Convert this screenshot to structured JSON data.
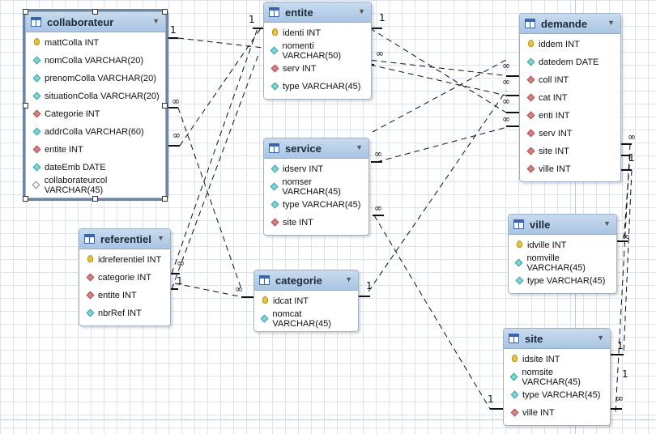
{
  "tables": [
    {
      "id": "collaborateur",
      "name": "collaborateur",
      "selected": true,
      "columns": [
        {
          "name": "mattColla INT",
          "kind": "pk"
        },
        {
          "name": "nomColla VARCHAR(20)",
          "kind": "reg"
        },
        {
          "name": "prenomColla VARCHAR(20)",
          "kind": "reg"
        },
        {
          "name": "situationColla VARCHAR(20)",
          "kind": "reg"
        },
        {
          "name": "Categorie INT",
          "kind": "fk"
        },
        {
          "name": "addrColla VARCHAR(60)",
          "kind": "reg"
        },
        {
          "name": "entite INT",
          "kind": "fk"
        },
        {
          "name": "dateEmb DATE",
          "kind": "reg"
        },
        {
          "name": "collaborateurcol VARCHAR(45)",
          "kind": "null"
        }
      ]
    },
    {
      "id": "entite",
      "name": "entite",
      "columns": [
        {
          "name": "identi INT",
          "kind": "pk"
        },
        {
          "name": "nomenti VARCHAR(50)",
          "kind": "reg"
        },
        {
          "name": "serv INT",
          "kind": "fk"
        },
        {
          "name": "type VARCHAR(45)",
          "kind": "reg"
        }
      ]
    },
    {
      "id": "demande",
      "name": "demande",
      "columns": [
        {
          "name": "iddem INT",
          "kind": "pk"
        },
        {
          "name": "datedem DATE",
          "kind": "reg"
        },
        {
          "name": "coll INT",
          "kind": "fk"
        },
        {
          "name": "cat INT",
          "kind": "fk"
        },
        {
          "name": "enti INT",
          "kind": "fk"
        },
        {
          "name": "serv INT",
          "kind": "fk"
        },
        {
          "name": "site INT",
          "kind": "fk"
        },
        {
          "name": "ville INT",
          "kind": "fk"
        }
      ]
    },
    {
      "id": "service",
      "name": "service",
      "columns": [
        {
          "name": "idserv INT",
          "kind": "reg"
        },
        {
          "name": "nomser VARCHAR(45)",
          "kind": "reg"
        },
        {
          "name": "type VARCHAR(45)",
          "kind": "reg"
        },
        {
          "name": "site INT",
          "kind": "fk"
        }
      ]
    },
    {
      "id": "referentiel",
      "name": "referentiel",
      "columns": [
        {
          "name": "idreferentiel INT",
          "kind": "pk"
        },
        {
          "name": "categorie INT",
          "kind": "fk"
        },
        {
          "name": "entite INT",
          "kind": "fk"
        },
        {
          "name": "nbrRef INT",
          "kind": "reg"
        }
      ]
    },
    {
      "id": "categorie",
      "name": "categorie",
      "columns": [
        {
          "name": "idcat INT",
          "kind": "pk"
        },
        {
          "name": "nomcat VARCHAR(45)",
          "kind": "reg"
        }
      ]
    },
    {
      "id": "ville",
      "name": "ville",
      "columns": [
        {
          "name": "idville INT",
          "kind": "pk"
        },
        {
          "name": "nomville VARCHAR(45)",
          "kind": "reg"
        },
        {
          "name": "type VARCHAR(45)",
          "kind": "reg"
        }
      ]
    },
    {
      "id": "site",
      "name": "site",
      "columns": [
        {
          "name": "idsite INT",
          "kind": "pk"
        },
        {
          "name": "nomsite VARCHAR(45)",
          "kind": "reg"
        },
        {
          "name": "type VARCHAR(45)",
          "kind": "reg"
        },
        {
          "name": "ville INT",
          "kind": "fk"
        }
      ]
    }
  ],
  "cardinality_labels": [
    "1",
    "1",
    "1",
    "∞",
    "∞",
    "∞",
    "∞",
    "∞",
    "∞",
    "∞",
    "∞",
    "1",
    "∞",
    "∞",
    "1",
    "∞",
    "∞",
    "1",
    "1",
    "∞",
    "1",
    "1",
    "∞"
  ],
  "icons": {
    "pk": "key-icon",
    "fk": "foreign-key-diamond-icon",
    "reg": "column-diamond-icon",
    "null": "nullable-column-diamond-icon",
    "table": "table-icon",
    "menu": "dropdown-arrow-icon"
  },
  "colors": {
    "header": "#b3cbe6",
    "pk": "#e8c23a",
    "fk": "#d98080",
    "reg": "#7ed6d6",
    "line": "#111111"
  }
}
